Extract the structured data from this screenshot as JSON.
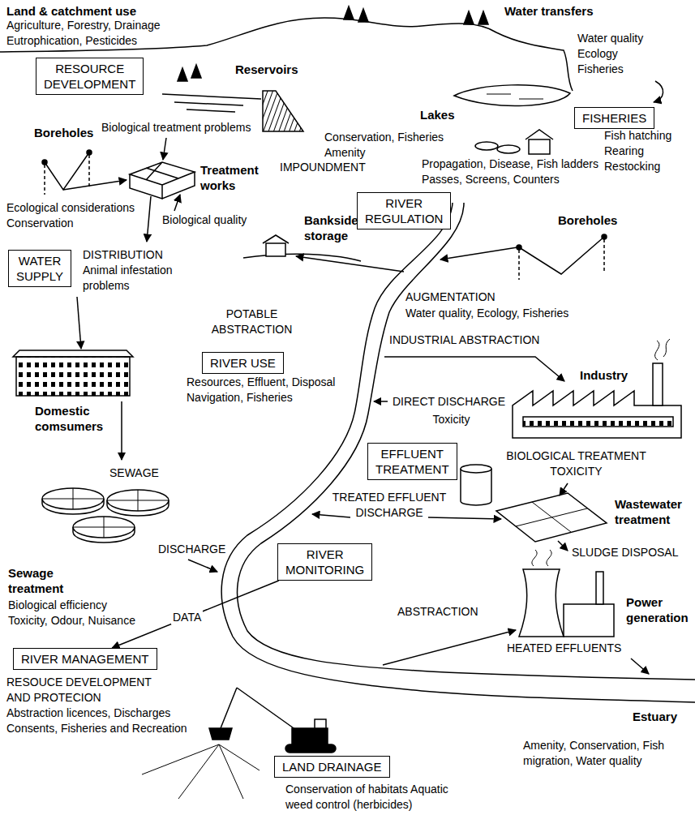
{
  "diagram": {
    "nodes": [
      {
        "text": [
          "RESOURCE DEVELOPMENT"
        ]
      },
      {
        "text": [
          "FISHERIES"
        ]
      },
      {
        "text": [
          "RIVER REGULATION"
        ]
      },
      {
        "text": [
          "WATER SUPPLY"
        ]
      },
      {
        "text": [
          "RIVER USE"
        ]
      },
      {
        "text": [
          "EFFLUENT TREATMENT"
        ]
      },
      {
        "text": [
          "RIVER MONITORING"
        ]
      },
      {
        "text": [
          "RIVER MANAGEMENT"
        ]
      },
      {
        "text": [
          "LAND DRAINAGE"
        ]
      }
    ],
    "edges": [
      {
        "from": 6,
        "to": 7,
        "label": "DATA",
        "arrow": "to"
      }
    ],
    "labels": [
      "Land & catchment use",
      "Agriculture, Forestry, Drainage Eutrophication, Pesticides",
      "Water transfers",
      "Water quality Ecology Fisheries",
      "Reservoirs",
      "Lakes",
      "Boreholes",
      "Biological treatment problems",
      "Conservation, Fisheries Amenity",
      "Fish hatching Rearing Restocking",
      "Treatment works",
      "IMPOUNDMENT",
      "Propagation, Disease, Fish ladders Passes, Screens, Counters",
      "Ecological considerations Conservation",
      "Biological quality",
      "Bankside storage",
      "Boreholes",
      "DISTRIBUTION Animal infestation problems",
      "AUGMENTATION",
      "Water quality, Ecology, Fisheries",
      "POTABLE ABSTRACTION",
      "INDUSTRIAL ABSTRACTION",
      "Resources, Effluent, Disposal Navigation, Fisheries",
      "Industry",
      "Domestic comsumers",
      "DIRECT DISCHARGE",
      "Toxicity",
      "BIOLOGICAL TREATMENT TOXICITY",
      "SEWAGE",
      "TREATED EFFLUENT DISCHARGE",
      "Wastewater treatment",
      "DISCHARGE",
      "SLUDGE DISPOSAL",
      "Sewage treatment",
      "Biological efficiency Toxicity, Odour, Nuisance",
      "Power generation",
      "ABSTRACTION",
      "HEATED EFFLUENTS",
      "RESOUCE DEVELOPMENT AND PROTECION",
      "Abstraction licences, Discharges Consents, Fisheries and Recreation",
      "Estuary",
      "Amenity, Conservation, Fish migration, Water quality",
      "Conservation of habitats Aquatic weed control (herbicides)"
    ]
  }
}
